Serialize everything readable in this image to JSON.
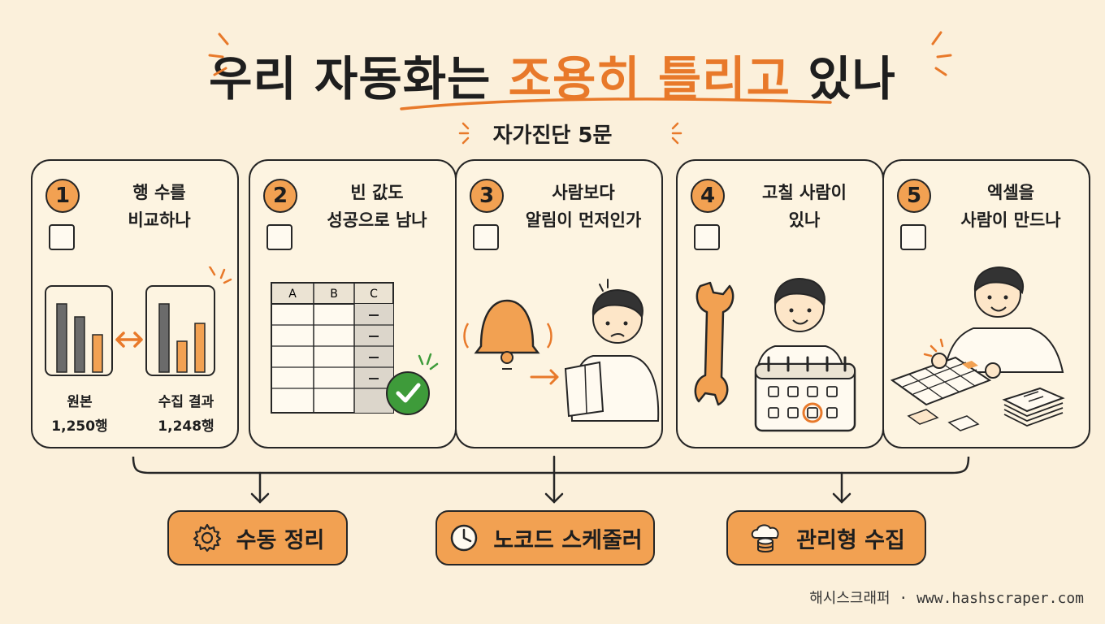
{
  "title": {
    "part1": "우리 자동화는",
    "accent": "조용히 틀리고",
    "part2": "있나"
  },
  "subtitle": "자가진단 5문",
  "cards": [
    {
      "number": "1",
      "question_line1": "행 수를",
      "question_line2": "비교하나",
      "labels": {
        "left_top": "원본",
        "left_bottom": "1,250행",
        "right_top": "수집 결과",
        "right_bottom": "1,248행"
      }
    },
    {
      "number": "2",
      "question_line1": "빈 값도",
      "question_line2": "성공으로 남나",
      "columns": [
        "A",
        "B",
        "C"
      ]
    },
    {
      "number": "3",
      "question_line1": "사람보다",
      "question_line2": "알림이 먼저인가"
    },
    {
      "number": "4",
      "question_line1": "고칠 사람이",
      "question_line2": "있나"
    },
    {
      "number": "5",
      "question_line1": "엑셀을",
      "question_line2": "사람이 만드나"
    }
  ],
  "results": [
    {
      "label": "수동 정리",
      "icon": "gear-icon"
    },
    {
      "label": "노코드 스케줄러",
      "icon": "clock-icon"
    },
    {
      "label": "관리형 수집",
      "icon": "cloud-database-icon"
    }
  ],
  "footer": "해시스크래퍼 · www.hashscraper.com",
  "colors": {
    "accent": "#e8792a",
    "card_fill": "#f2a152",
    "background": "#fbf0db",
    "check_green": "#3e9b3a"
  }
}
